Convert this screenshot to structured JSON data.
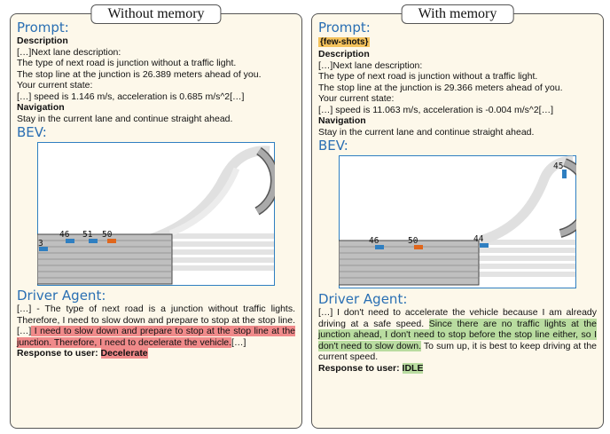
{
  "left": {
    "title": "Without memory",
    "prompt_heading": "Prompt:",
    "description_label": "Description",
    "next_lane_prefix": "[…]Next lane description:",
    "road_type": "The type of next road is junction without a traffic light.",
    "stop_line": "The stop line at the junction is 26.389 meters ahead of you.",
    "current_state_label": "Your current state:",
    "speed_line": "[…] speed is 1.146 m/s, acceleration is 0.685 m/s^2[…]",
    "navigation_label": "Navigation",
    "navigation_text": "Stay in the current lane and continue straight ahead.",
    "bev_heading": "BEV:",
    "bev_cars": [
      "3",
      "46",
      "51",
      "50"
    ],
    "driver_heading": "Driver Agent:",
    "driver_text_plain": "[…] - The type of next road is a junction without traffic lights. Therefore, I need to slow down and prepare to stop at the stop line.[…]",
    "driver_text_highlight": " I need to slow down and prepare to stop at the stop line at the junction. Therefore, I need to decelerate the vehicle.",
    "driver_text_end": "[…]",
    "response_label": "Response to user:",
    "response_value": "Decelerate"
  },
  "right": {
    "title": "With memory",
    "prompt_heading": "Prompt:",
    "fewshots_tag": "{few-shots}",
    "description_label": "Description",
    "next_lane_prefix": "[…]Next lane description:",
    "road_type": "The type of next road is junction without a traffic light.",
    "stop_line": "The stop line at the junction is 29.366 meters ahead of you.",
    "current_state_label": "Your current state:",
    "speed_line": "[…] speed is 11.063 m/s, acceleration is -0.004 m/s^2[…]",
    "navigation_label": "Navigation",
    "navigation_text": "Stay in the current lane and continue straight ahead.",
    "bev_heading": "BEV:",
    "bev_cars": [
      "46",
      "50",
      "44",
      "45"
    ],
    "driver_heading": "Driver Agent:",
    "driver_text_plain": "[…] I don't need to accelerate the vehicle because I am already driving at a safe speed. ",
    "driver_text_highlight": "Since there are no traffic lights at the junction ahead, I don't need to stop before the stop line either, so I don't need to slow down.",
    "driver_text_end": " To sum up, it is best to keep driving at the current speed.",
    "response_label": "Response to user:",
    "response_value": "IDLE"
  },
  "colors": {
    "heading_blue": "#2a6fb3",
    "panel_bg": "#fdf8ea",
    "red_highlight": "#f08a8a",
    "green_highlight": "#b9dca0",
    "fewshots_orange": "#f5c35c",
    "car_blue": "#2f7fc1",
    "car_orange": "#e0661c"
  }
}
